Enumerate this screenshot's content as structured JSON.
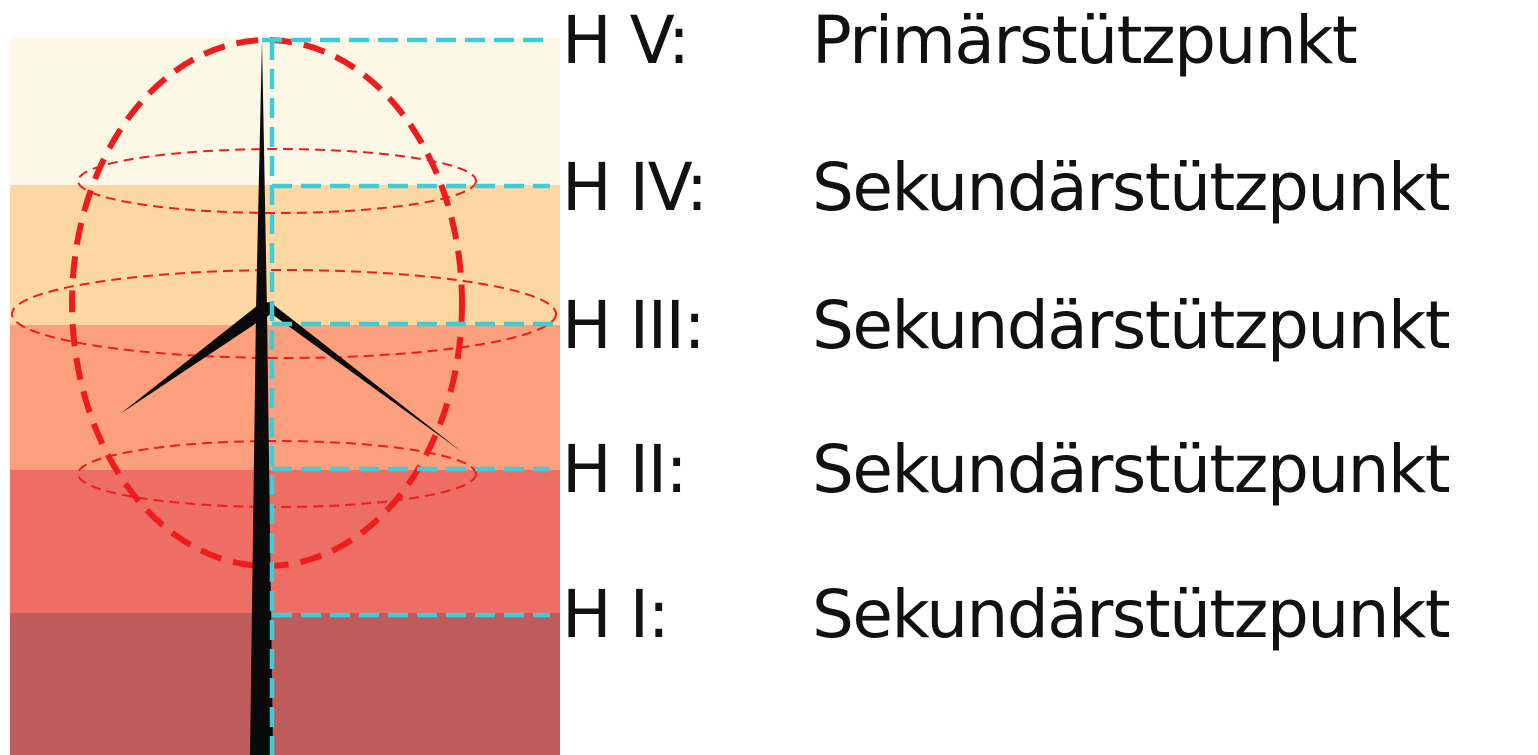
{
  "levels": [
    {
      "code": "H V:",
      "name": "Primärstützpunkt",
      "band_color": "#fdf8e6"
    },
    {
      "code": "H IV:",
      "name": "Sekundärstützpunkt",
      "band_color": "#fcd7a2"
    },
    {
      "code": "H III:",
      "name": "Sekundärstützpunkt",
      "band_color": "#fc9f7c"
    },
    {
      "code": "H II:",
      "name": "Sekundärstützpunkt",
      "band_color": "#ee6e66"
    },
    {
      "code": "H I:",
      "name": "Sekundärstützpunkt",
      "band_color": "#be5b5b"
    }
  ],
  "colors": {
    "guide_line": "#3ecdd6",
    "dome_outline": "#ee1c1c",
    "turbine": "#0a0a0a",
    "text": "#111111"
  },
  "icons": {
    "turbine": "wind-turbine-icon"
  }
}
